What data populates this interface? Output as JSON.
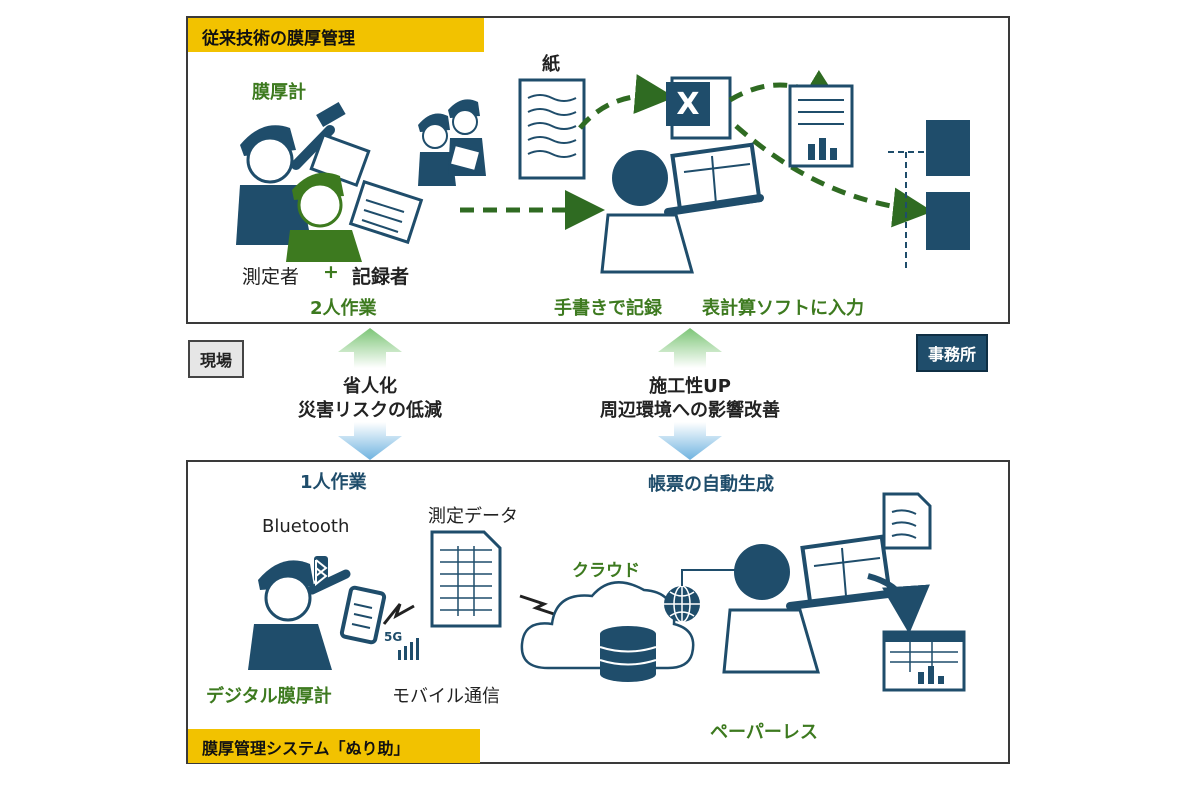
{
  "top": {
    "title": "従来技術の膜厚管理",
    "gauge_label": "膜厚計",
    "measurer": "測定者",
    "plus": "+",
    "recorder": "記録者",
    "two_person": "2人作業",
    "paper": "紙",
    "handwrite": "手書きで記録",
    "spreadsheet_input": "表計算ソフトに入力",
    "excel_glyph": "X"
  },
  "side": {
    "field": "現場",
    "office": "事務所"
  },
  "middle": {
    "left_line1": "省人化",
    "left_line2": "災害リスクの低減",
    "right_line1": "施工性UP",
    "right_line2": "周辺環境への影響改善"
  },
  "bottom": {
    "title": "膜厚管理システム「ぬり助」",
    "one_person": "1人作業",
    "bluetooth": "Bluetooth",
    "measure_data": "測定データ",
    "cloud": "クラウド",
    "auto_forms": "帳票の自動生成",
    "digital_gauge": "デジタル膜厚計",
    "mobile": "モバイル通信",
    "paperless": "ペーパーレス",
    "fiveg": "5G"
  },
  "colors": {
    "navy": "#1f4d6b",
    "green": "#3d7a1f",
    "yellow": "#f2c200",
    "arrow_up_green": "#7cc576",
    "arrow_down_blue": "#6fb3e0"
  }
}
